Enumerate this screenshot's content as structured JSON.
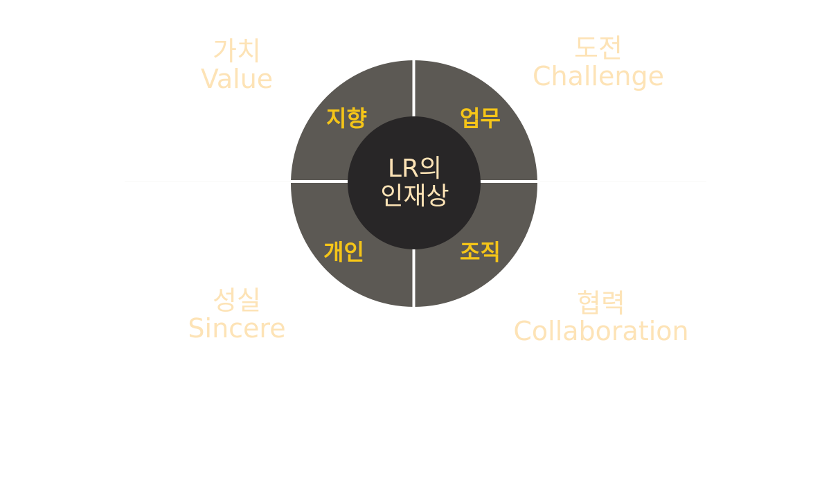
{
  "center": {
    "line1": "LR의",
    "line2": "인재상"
  },
  "quadrants": {
    "top_left": "지향",
    "top_right": "업무",
    "bottom_left": "개인",
    "bottom_right": "조직"
  },
  "values": [
    {
      "ko": "가치",
      "en": "Value"
    },
    {
      "ko": "도전",
      "en": "Challenge"
    },
    {
      "ko": "성실",
      "en": "Sincere"
    },
    {
      "ko": "협력",
      "en": "Collaboration"
    }
  ],
  "colors": {
    "ring": "#5c5954",
    "core": "#282627",
    "quadrant_text": "#f5c518",
    "label_text": "#fde3b6"
  }
}
